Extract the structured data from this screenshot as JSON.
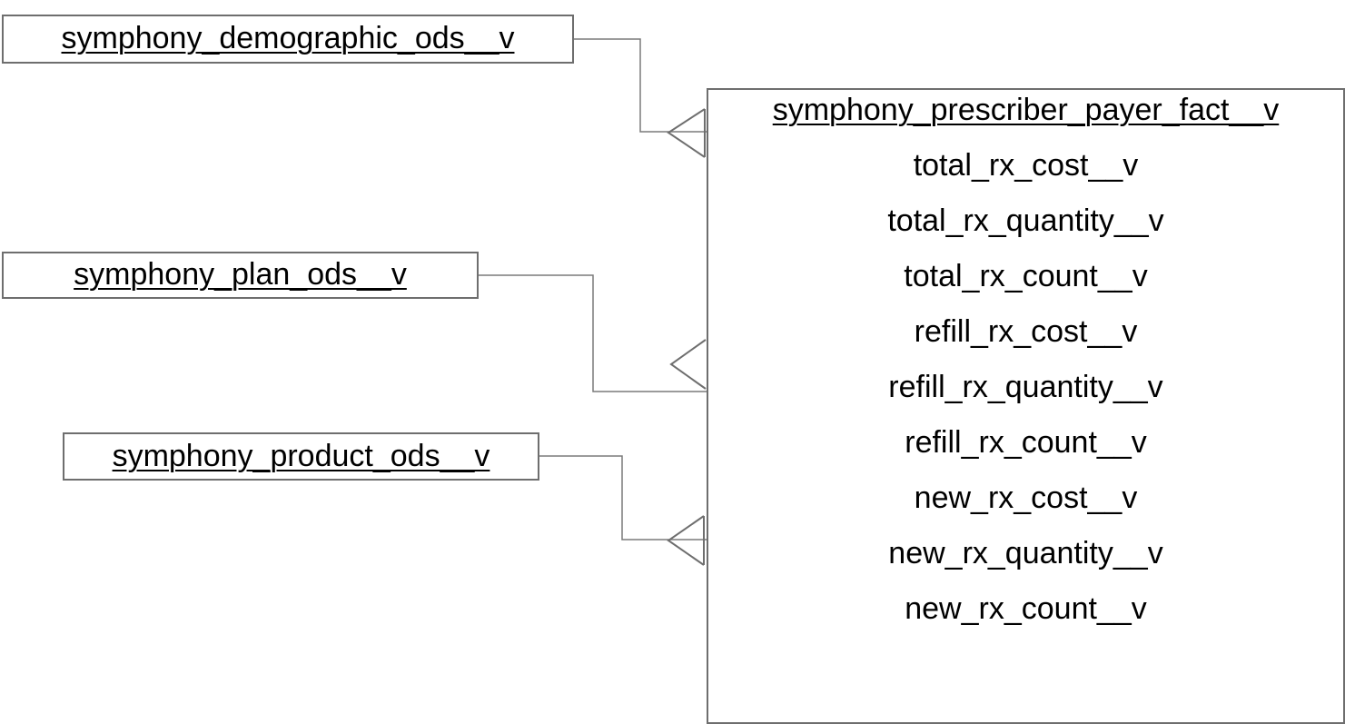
{
  "entities": {
    "demographic": {
      "name": "symphony_demographic_ods__v"
    },
    "plan": {
      "name": "symphony_plan_ods__v"
    },
    "product": {
      "name": "symphony_product_ods__v"
    },
    "fact": {
      "name": "symphony_prescriber_payer_fact__v",
      "fields": [
        "total_rx_cost__v",
        "total_rx_quantity__v",
        "total_rx_count__v",
        "refill_rx_cost__v",
        "refill_rx_quantity__v",
        "refill_rx_count__v",
        "new_rx_cost__v",
        "new_rx_quantity__v",
        "new_rx_count__v"
      ]
    }
  },
  "relationships": [
    {
      "from": "symphony_demographic_ods__v",
      "to": "symphony_prescriber_payer_fact__v",
      "cardinality": "one-to-many"
    },
    {
      "from": "symphony_plan_ods__v",
      "to": "symphony_prescriber_payer_fact__v",
      "cardinality": "one-to-many"
    },
    {
      "from": "symphony_product_ods__v",
      "to": "symphony_prescriber_payer_fact__v",
      "cardinality": "one-to-many"
    }
  ],
  "colors": {
    "line": "#6e6e6e",
    "text": "#000000"
  }
}
